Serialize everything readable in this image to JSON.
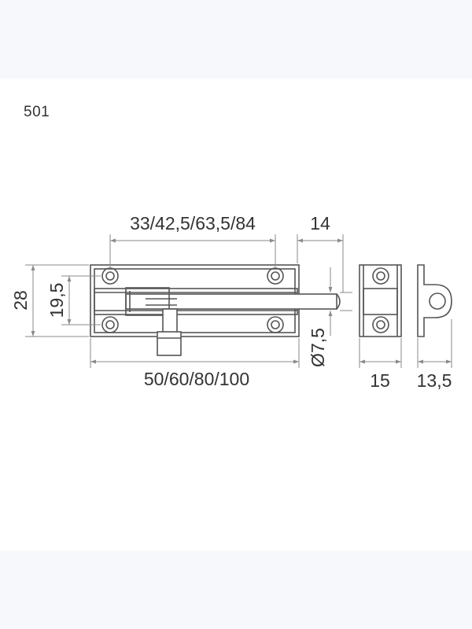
{
  "model_code": "501",
  "dimensions": {
    "hole_spacing": "33/42,5/63,5/84",
    "bolt_projection": "14",
    "overall_height": "28",
    "hole_vertical": "19,5",
    "bolt_diameter": "Ø7,5",
    "overall_length": "50/60/80/100",
    "keeper_width": "15",
    "keeper_depth": "13,5"
  },
  "colors": {
    "line": "#555555",
    "dimension": "#8a8a8a",
    "text": "#333333",
    "page_band": "#f7f8fc"
  }
}
